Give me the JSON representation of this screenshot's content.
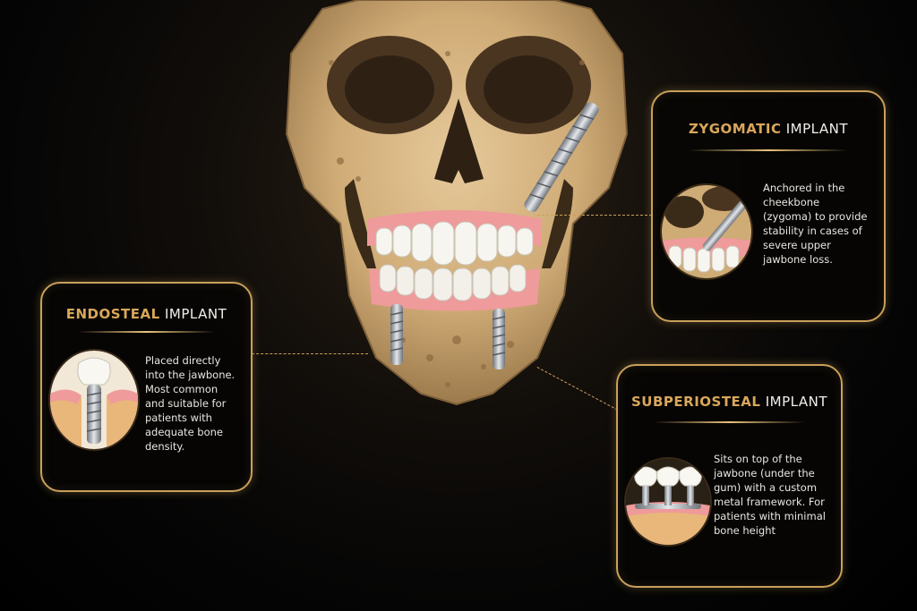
{
  "colors": {
    "accent": "#d9a75a",
    "border": "#c9a05a",
    "bone": "#d9b98a",
    "gum": "#f09a9a",
    "text": "#e9e6e0"
  },
  "cards": {
    "endosteal": {
      "title_highlight": "ENDOSTEAL",
      "title_rest": " IMPLANT",
      "description": "Placed directly\ninto the jawbone.\nMost common\nand suitable for\npatients with\nadequate  bone\ndensity."
    },
    "zygomatic": {
      "title_highlight": "ZYGOMATIC",
      "title_rest": "  IMPLANT",
      "description": "Anchored in the\ncheekbone\n(zygoma) to provide\nstability in cases of\nsevere upper\njawbone loss."
    },
    "subperiosteal": {
      "title_highlight": "SUBPERIOSTEAL",
      "title_rest": " IMPLANT",
      "description": "Sits on top of the\njawbone (under the\ngum) with a custom\nmetal framework. For\npatients with minimal\nbone height"
    }
  }
}
